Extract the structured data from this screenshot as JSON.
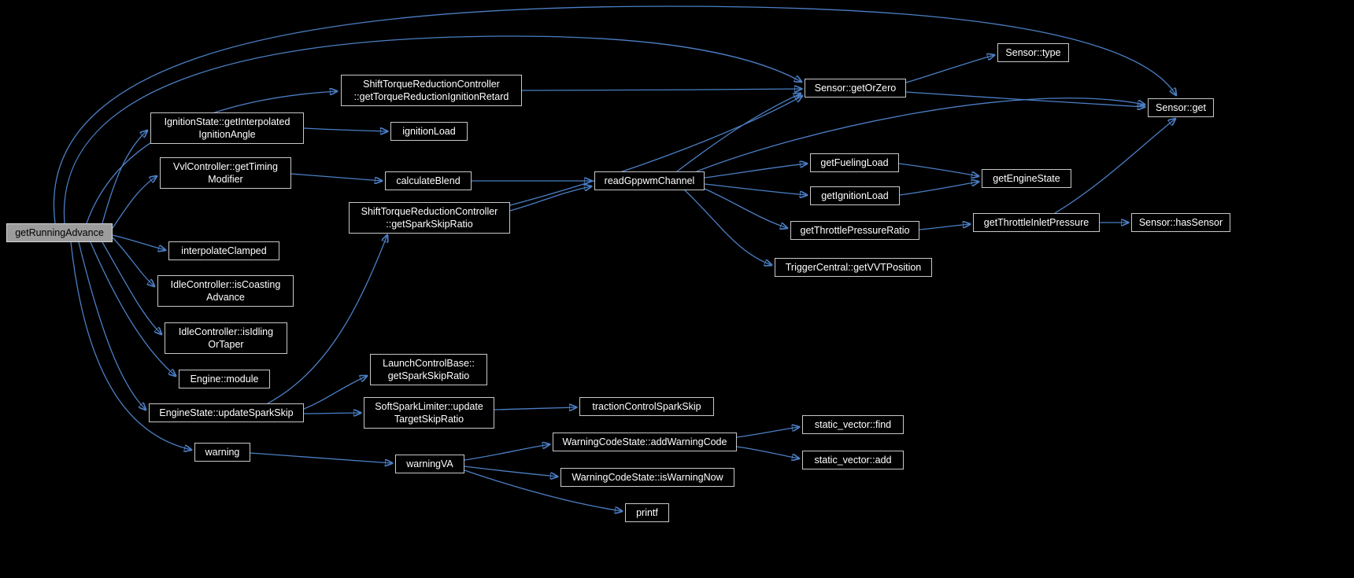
{
  "diagram": {
    "type": "call-graph",
    "root": "getRunningAdvance"
  },
  "colors": {
    "background": "#000000",
    "edge": "#4b7fc4",
    "node_fill": "#000000",
    "node_border": "#c8c8c8",
    "node_text": "#ffffff",
    "highlight_fill": "#9c9c9c",
    "highlight_text": "#000000"
  },
  "nodes": {
    "get_running_advance": {
      "label": "getRunningAdvance",
      "highlighted": true
    },
    "get_torque_reduction_ignition_retard": {
      "label": "ShiftTorqueReductionController\n::getTorqueReductionIgnitionRetard"
    },
    "get_interpolated_ignition_angle": {
      "label": "IgnitionState::getInterpolated\nIgnitionAngle"
    },
    "ignition_load": {
      "label": "ignitionLoad"
    },
    "get_timing_modifier": {
      "label": "VvlController::getTiming\nModifier"
    },
    "calculate_blend": {
      "label": "calculateBlend"
    },
    "get_spark_skip_ratio": {
      "label": "ShiftTorqueReductionController\n::getSparkSkipRatio"
    },
    "read_gppwm_channel": {
      "label": "readGppwmChannel"
    },
    "sensor_get_or_zero": {
      "label": "Sensor::getOrZero"
    },
    "sensor_type": {
      "label": "Sensor::type"
    },
    "sensor_get": {
      "label": "Sensor::get"
    },
    "get_fueling_load": {
      "label": "getFuelingLoad"
    },
    "get_ignition_load": {
      "label": "getIgnitionLoad"
    },
    "get_engine_state": {
      "label": "getEngineState"
    },
    "get_throttle_pressure_ratio": {
      "label": "getThrottlePressureRatio"
    },
    "get_throttle_inlet_pressure": {
      "label": "getThrottleInletPressure"
    },
    "sensor_has_sensor": {
      "label": "Sensor::hasSensor"
    },
    "get_vvt_position": {
      "label": "TriggerCentral::getVVTPosition"
    },
    "interpolate_clamped": {
      "label": "interpolateClamped"
    },
    "is_coasting_advance": {
      "label": "IdleController::isCoasting\nAdvance"
    },
    "is_idling_or_taper": {
      "label": "IdleController::isIdling\nOrTaper"
    },
    "engine_module": {
      "label": "Engine::module"
    },
    "update_spark_skip": {
      "label": "EngineState::updateSparkSkip"
    },
    "launch_get_spark_skip_ratio": {
      "label": "LaunchControlBase::\ngetSparkSkipRatio"
    },
    "update_target_skip_ratio": {
      "label": "SoftSparkLimiter::update\nTargetSkipRatio"
    },
    "traction_control_spark_skip": {
      "label": "tractionControlSparkSkip"
    },
    "warning": {
      "label": "warning"
    },
    "warning_va": {
      "label": "warningVA"
    },
    "add_warning_code": {
      "label": "WarningCodeState::addWarningCode"
    },
    "static_vector_find": {
      "label": "static_vector::find"
    },
    "static_vector_add": {
      "label": "static_vector::add"
    },
    "is_warning_now": {
      "label": "WarningCodeState::isWarningNow"
    },
    "printf": {
      "label": "printf"
    }
  },
  "edges": [
    {
      "from": "get_running_advance",
      "to": "get_torque_reduction_ignition_retard"
    },
    {
      "from": "get_running_advance",
      "to": "get_interpolated_ignition_angle"
    },
    {
      "from": "get_running_advance",
      "to": "get_timing_modifier"
    },
    {
      "from": "get_running_advance",
      "to": "interpolate_clamped"
    },
    {
      "from": "get_running_advance",
      "to": "is_coasting_advance"
    },
    {
      "from": "get_running_advance",
      "to": "is_idling_or_taper"
    },
    {
      "from": "get_running_advance",
      "to": "engine_module"
    },
    {
      "from": "get_running_advance",
      "to": "update_spark_skip"
    },
    {
      "from": "get_running_advance",
      "to": "warning"
    },
    {
      "from": "get_running_advance",
      "to": "sensor_get_or_zero"
    },
    {
      "from": "get_running_advance",
      "to": "sensor_get"
    },
    {
      "from": "get_torque_reduction_ignition_retard",
      "to": "sensor_get_or_zero"
    },
    {
      "from": "get_interpolated_ignition_angle",
      "to": "ignition_load"
    },
    {
      "from": "get_timing_modifier",
      "to": "calculate_blend"
    },
    {
      "from": "calculate_blend",
      "to": "read_gppwm_channel"
    },
    {
      "from": "get_spark_skip_ratio",
      "to": "read_gppwm_channel"
    },
    {
      "from": "get_spark_skip_ratio",
      "to": "sensor_get_or_zero"
    },
    {
      "from": "update_spark_skip",
      "to": "get_spark_skip_ratio"
    },
    {
      "from": "update_spark_skip",
      "to": "launch_get_spark_skip_ratio"
    },
    {
      "from": "update_spark_skip",
      "to": "update_target_skip_ratio"
    },
    {
      "from": "update_target_skip_ratio",
      "to": "traction_control_spark_skip"
    },
    {
      "from": "read_gppwm_channel",
      "to": "sensor_get_or_zero"
    },
    {
      "from": "read_gppwm_channel",
      "to": "sensor_get"
    },
    {
      "from": "read_gppwm_channel",
      "to": "get_fueling_load"
    },
    {
      "from": "read_gppwm_channel",
      "to": "get_ignition_load"
    },
    {
      "from": "read_gppwm_channel",
      "to": "get_throttle_pressure_ratio"
    },
    {
      "from": "read_gppwm_channel",
      "to": "get_vvt_position"
    },
    {
      "from": "sensor_get_or_zero",
      "to": "sensor_type"
    },
    {
      "from": "sensor_get_or_zero",
      "to": "sensor_get"
    },
    {
      "from": "get_fueling_load",
      "to": "get_engine_state"
    },
    {
      "from": "get_ignition_load",
      "to": "get_engine_state"
    },
    {
      "from": "get_throttle_pressure_ratio",
      "to": "get_throttle_inlet_pressure"
    },
    {
      "from": "get_throttle_inlet_pressure",
      "to": "sensor_has_sensor"
    },
    {
      "from": "get_throttle_inlet_pressure",
      "to": "sensor_get"
    },
    {
      "from": "warning",
      "to": "warning_va"
    },
    {
      "from": "warning_va",
      "to": "add_warning_code"
    },
    {
      "from": "warning_va",
      "to": "is_warning_now"
    },
    {
      "from": "warning_va",
      "to": "printf"
    },
    {
      "from": "add_warning_code",
      "to": "static_vector_find"
    },
    {
      "from": "add_warning_code",
      "to": "static_vector_add"
    }
  ]
}
